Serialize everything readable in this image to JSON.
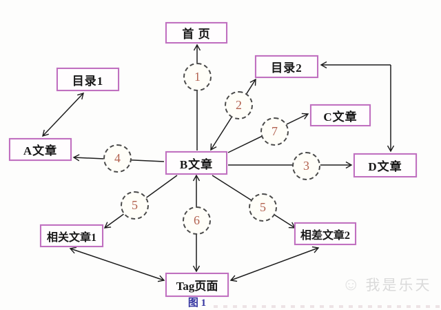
{
  "figure": {
    "caption": "图 1",
    "nodes": [
      {
        "id": "home",
        "label": "首 页"
      },
      {
        "id": "directory-1",
        "label": "目录1"
      },
      {
        "id": "directory-2",
        "label": "目录2"
      },
      {
        "id": "article-a",
        "label": "A文章"
      },
      {
        "id": "article-b",
        "label": "B文章"
      },
      {
        "id": "article-c",
        "label": "C文章"
      },
      {
        "id": "article-d",
        "label": "D文章"
      },
      {
        "id": "related-1",
        "label": "相关文章1"
      },
      {
        "id": "related-2",
        "label": "相差文章2"
      },
      {
        "id": "tag-page",
        "label": "Tag页面"
      }
    ],
    "link_badges": [
      {
        "label": "1",
        "edge": "article-b → home"
      },
      {
        "label": "2",
        "edge": "article-b ↔ directory-2"
      },
      {
        "label": "7",
        "edge": "article-b → article-c"
      },
      {
        "label": "3",
        "edge": "article-b → article-d"
      },
      {
        "label": "4",
        "edge": "article-b → article-a"
      },
      {
        "label": "5",
        "edge": "article-b → related-1"
      },
      {
        "label": "6",
        "edge": "article-b ↔ tag-page"
      },
      {
        "label": "5",
        "edge": "article-b → related-2"
      }
    ],
    "unbadged_edges": [
      "article-a ↔ directory-1",
      "directory-2 ↔ article-d (L-shaped)",
      "related-1 ↔ tag-page",
      "related-2 ↔ tag-page"
    ]
  },
  "watermark": {
    "icon_glyph": "☺",
    "text": "我是乐天"
  },
  "colors": {
    "box_border": "#c070c0",
    "badge_number": "#b2614e",
    "line": "#1c1c1c",
    "caption": "#3434a0",
    "watermark": "#dadada"
  }
}
